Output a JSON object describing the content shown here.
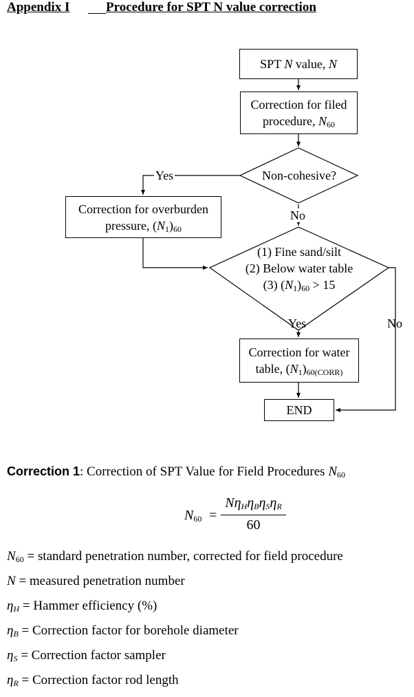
{
  "header": {
    "appendix": "Appendix I",
    "title": "Procedure for SPT N value correction"
  },
  "flowchart": {
    "box_spt": {
      "pre": "SPT ",
      "n": "N",
      "mid": " value, ",
      "n2": "N"
    },
    "box_field": {
      "line1": "Correction for filed",
      "line2_pre": "procedure, ",
      "n": "N",
      "sub": "60"
    },
    "diamond_cohesive": "Non-cohesive?",
    "box_overburden": {
      "line1": "Correction for overburden",
      "line2_pre": "pressure, (",
      "n": "N",
      "sub1": "1",
      "close": ")",
      "sub": "60"
    },
    "diamond_conditions": {
      "line1": "(1) Fine sand/silt",
      "line2": "(2) Below water table",
      "line3_pre": "(3) (",
      "n": "N",
      "sub1": "1",
      "close": ")",
      "sub": "60",
      "tail": " > 15"
    },
    "box_water": {
      "line1": "Correction for water",
      "line2_pre": "table, (",
      "n": "N",
      "sub1": "1",
      "close": ")",
      "sub": "60(CORR)"
    },
    "box_end": "END",
    "labels": {
      "yes_left": "Yes",
      "no_down": "No",
      "yes_down": "Yes",
      "no_right": "No"
    }
  },
  "correction1": {
    "title_bold": "Correction 1",
    "title_rest": ": Correction of SPT Value for Field Procedures ",
    "title_n": "N",
    "title_sub": "60"
  },
  "formula": {
    "lhs_n": "N",
    "lhs_sub": "60",
    "eq": "=",
    "num_n": "N",
    "eta": "η",
    "sub_h": "H",
    "sub_b": "B",
    "sub_s": "S",
    "sub_r": "R",
    "den": "60"
  },
  "definitions": [
    {
      "sym": "N",
      "sub": "60",
      "text": " = standard penetration number, corrected for field procedure"
    },
    {
      "sym": "N",
      "sub": "",
      "text": " = measured penetration number"
    },
    {
      "sym": "η",
      "sub": "H",
      "text": " = Hammer efficiency (%)"
    },
    {
      "sym": "η",
      "sub": "B",
      "text": " = Correction factor for borehole diameter"
    },
    {
      "sym": "η",
      "sub": "S",
      "text": " = Correction factor sampler"
    },
    {
      "sym": "η",
      "sub": "R",
      "text": " = Correction factor rod length"
    }
  ]
}
